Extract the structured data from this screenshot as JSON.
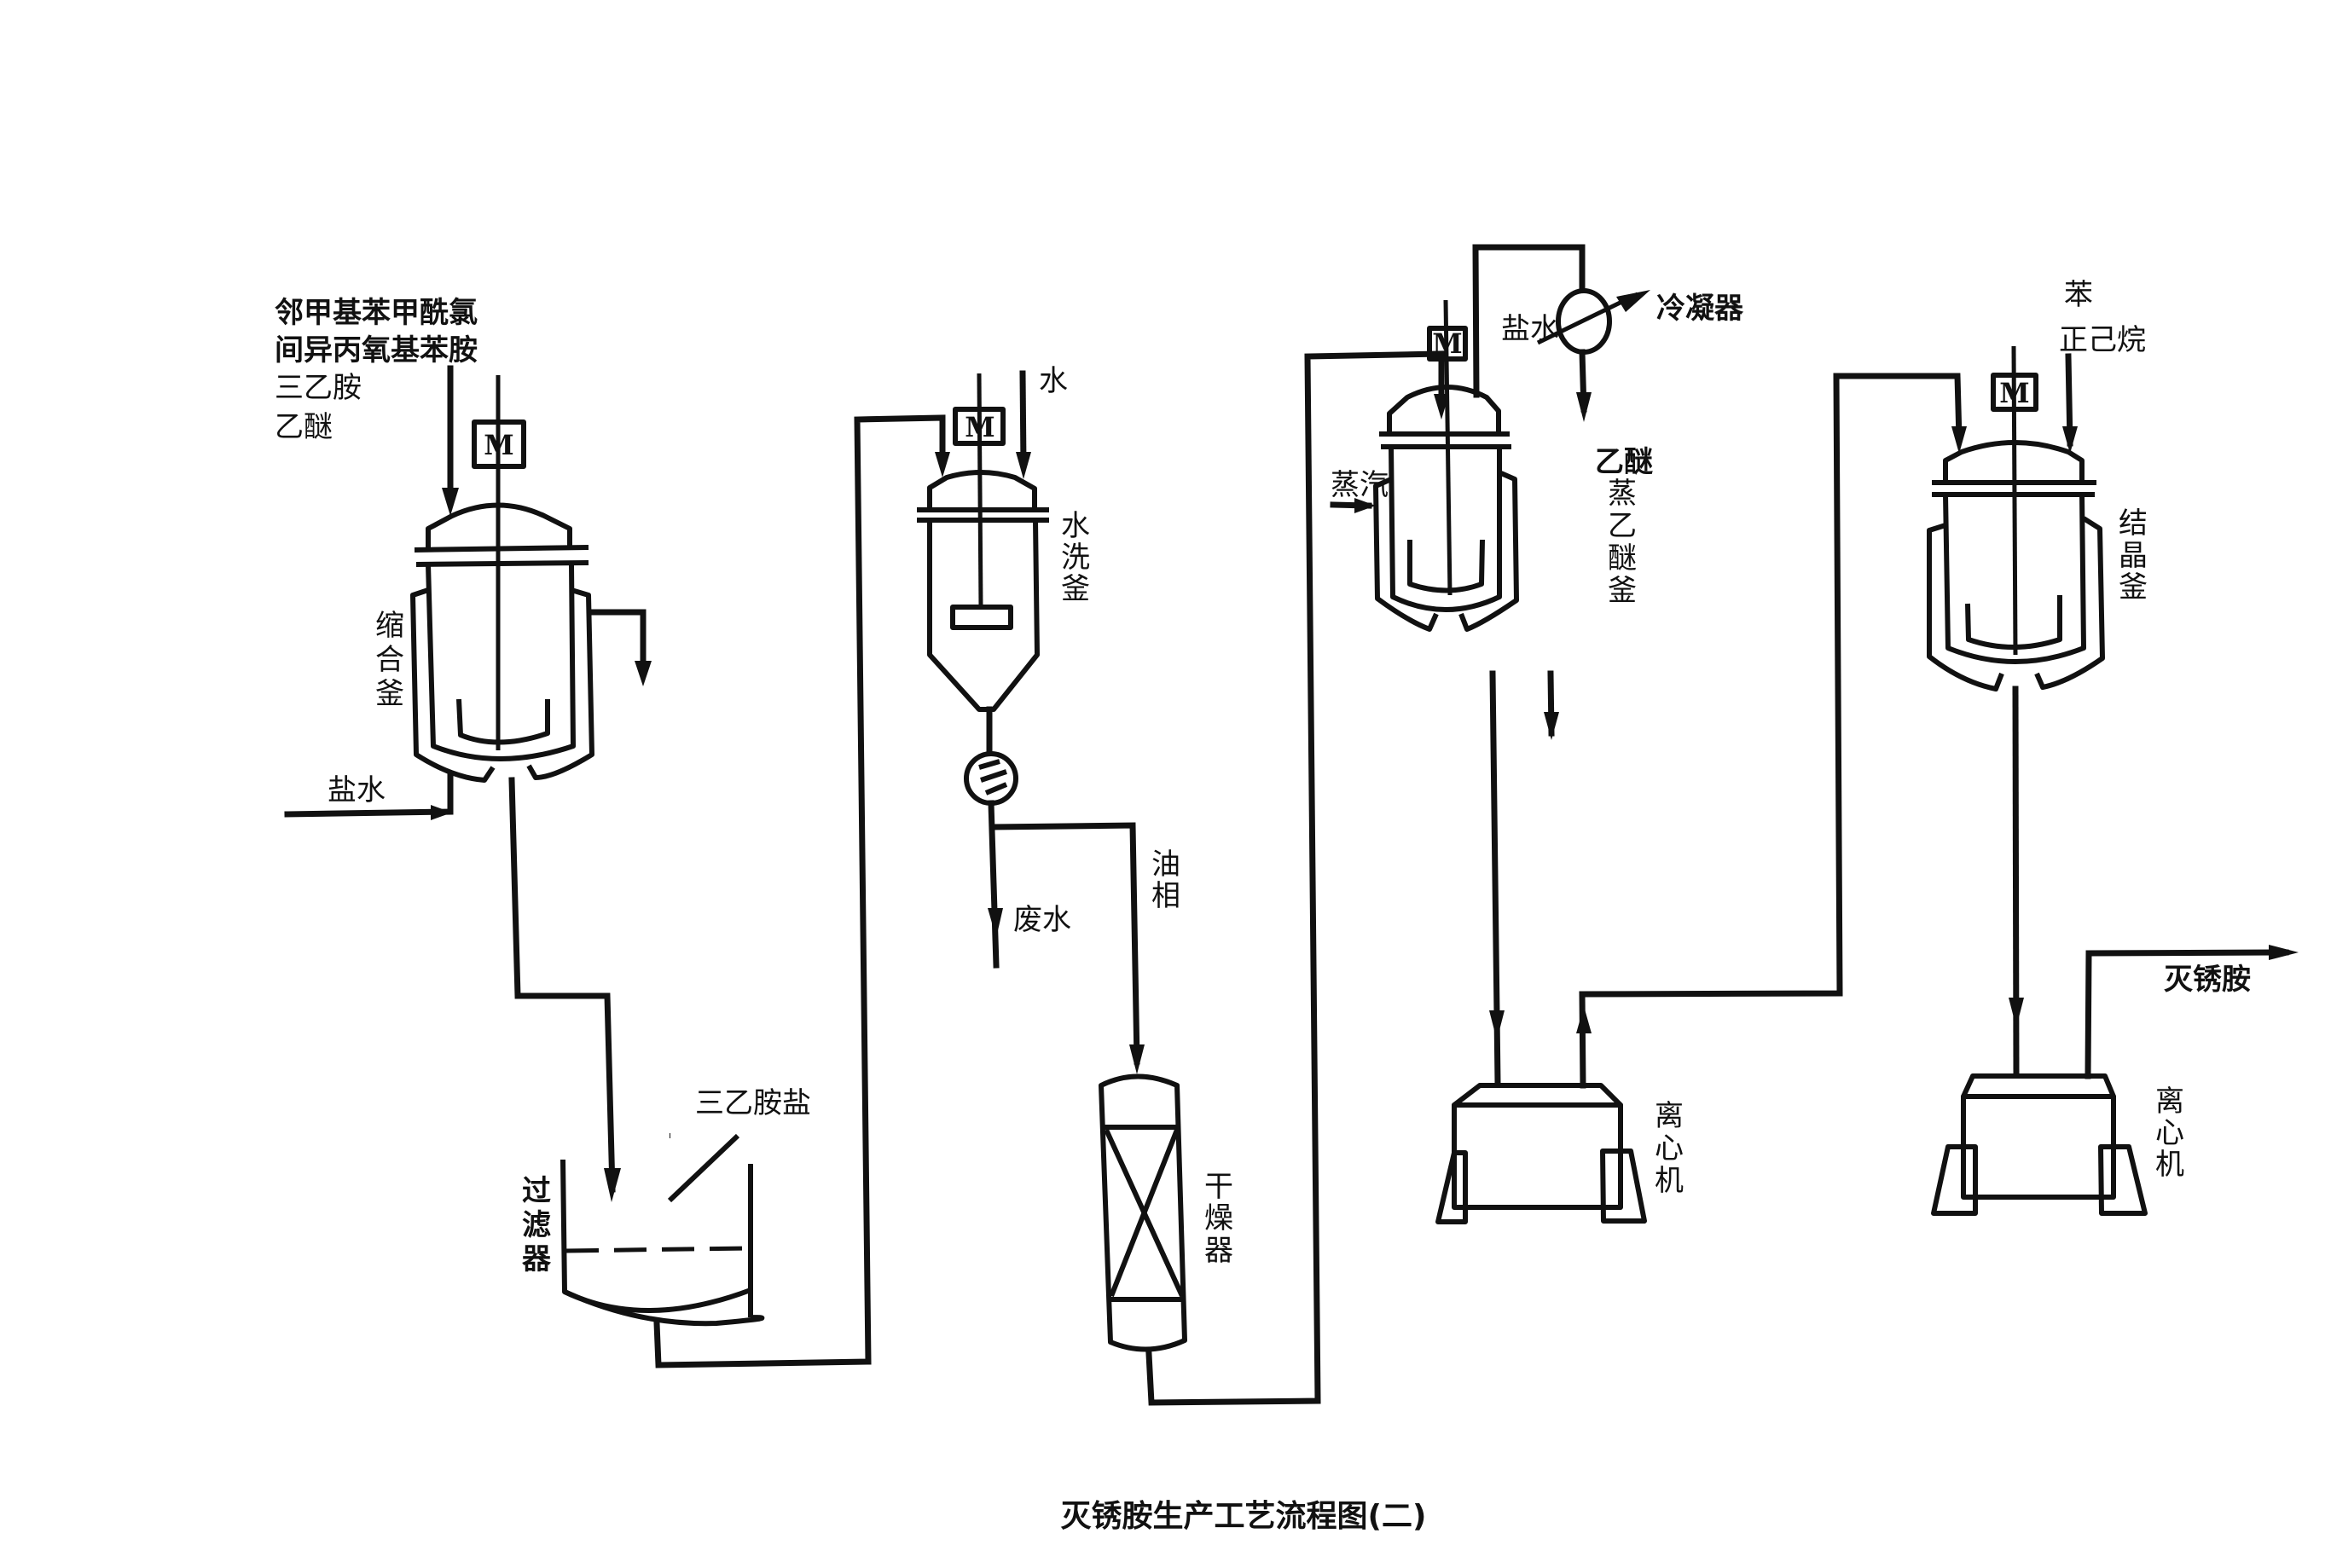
{
  "title": "灭锈胺生产工艺流程图(二)",
  "feeds": {
    "condensation_inputs": [
      "邻甲基苯甲酰氯",
      "间异丙氧基苯胺",
      "三乙胺",
      "乙醚"
    ],
    "brine_condensation": "盐水",
    "wash_water": "水",
    "steam": "蒸汽",
    "brine_condenser": "盐水",
    "crystallization_inputs": [
      "苯",
      "正己烷"
    ]
  },
  "equipment": {
    "condensation_kettle": "缩合釜",
    "filter": "过滤器",
    "wash_kettle": "水洗釜",
    "dryer": "干燥器",
    "ether_kettle": "蒸乙醚釜",
    "condenser": "冷凝器",
    "crystallization_kettle": "结晶釜",
    "centrifuge_1": "离心机",
    "centrifuge_2": "离心机",
    "motor": "M"
  },
  "streams": {
    "filter_residue": "三乙胺盐",
    "waste_water": "废水",
    "oil_phase": "油相",
    "recovered_ether": "乙醚",
    "product": "灭锈胺"
  }
}
